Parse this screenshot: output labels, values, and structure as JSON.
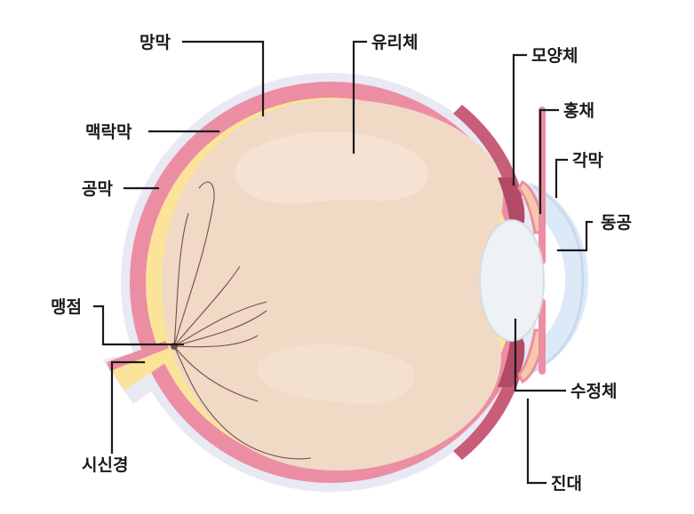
{
  "labels": {
    "retina": "망막",
    "choroid": "맥락막",
    "sclera": "공막",
    "blind_spot": "맹점",
    "optic_nerve": "시신경",
    "vitreous": "유리체",
    "ciliary_body": "모양체",
    "iris": "홍채",
    "cornea": "각막",
    "pupil": "동공",
    "lens": "수정체",
    "zonule": "진대"
  },
  "colors": {
    "outer_halo": "#e8e9f3",
    "sclera": "#ec8ea3",
    "choroid_dark": "#c85d77",
    "retina": "#fbe49a",
    "vitreous": "#f0d9c5",
    "vitreous_highlight": "#f6e4d4",
    "lens": "#eef2f4",
    "cornea": "#dce9f7",
    "optic_nerve": "#fbe49a",
    "vessel": "#7a4a4a",
    "text": "#1a1a1a"
  }
}
